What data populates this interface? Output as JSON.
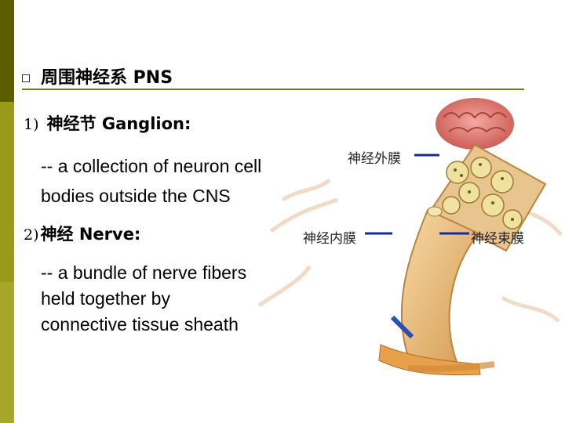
{
  "slide": {
    "title": "周围神经系 PNS",
    "section1": {
      "number": "1)",
      "heading": "神经节  Ganglion:",
      "lines": [
        "-- a collection of neuron cell",
        "bodies outside the CNS"
      ]
    },
    "section2": {
      "number": "2)",
      "heading": "神经 Nerve:",
      "lines": [
        "-- a bundle of nerve fibers",
        "held together by",
        "connective tissue sheath"
      ]
    }
  },
  "diagram": {
    "labels": {
      "epineurium": "神经外膜",
      "endoneurium": "神经内膜",
      "perineurium": "神经束膜"
    }
  },
  "colors": {
    "sidebar_dark": "#5c5c00",
    "sidebar_light": "#9a9a1a",
    "rule": "#7a7a10",
    "leader": "#1a2a9a"
  }
}
